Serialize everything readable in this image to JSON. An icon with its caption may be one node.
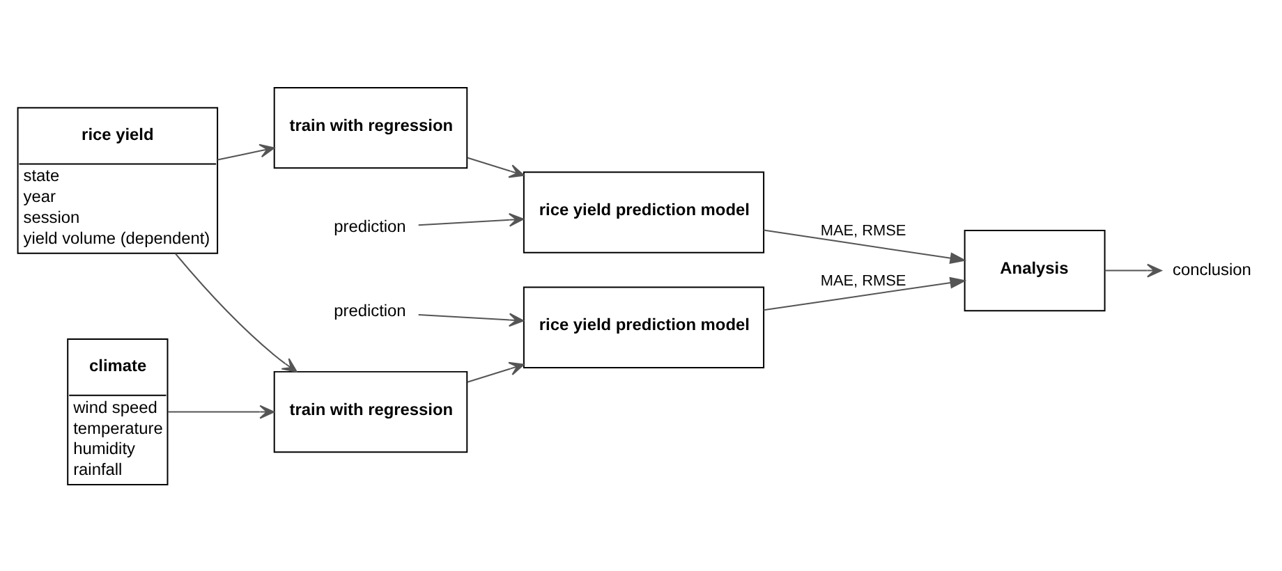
{
  "diagram": {
    "nodes": [
      {
        "text": [
          "rice yield",
          "state",
          "year",
          "session",
          "yield volume (dependent)"
        ]
      },
      {
        "text": [
          "climate",
          "wind speed",
          "temperature",
          "humidity",
          "rainfall"
        ]
      },
      {
        "text": [
          "train with regression"
        ]
      },
      {
        "text": [
          "train with regression"
        ]
      },
      {
        "text": [
          "prediction"
        ]
      },
      {
        "text": [
          "rice yield prediction model"
        ]
      },
      {
        "text": [
          "prediction"
        ]
      },
      {
        "text": [
          "rice yield prediction model"
        ]
      },
      {
        "text": [
          "Analysis"
        ]
      },
      {
        "text": [
          "conclusion"
        ]
      }
    ],
    "edges": [
      {
        "from": 0,
        "to": 2,
        "arrow": "to"
      },
      {
        "from": 0,
        "to": 3,
        "arrow": "to"
      },
      {
        "from": 1,
        "to": 3,
        "arrow": "to"
      },
      {
        "from": 4,
        "to": 5,
        "arrow": "to"
      },
      {
        "from": 2,
        "to": 5,
        "arrow": "to"
      },
      {
        "from": 6,
        "to": 7,
        "arrow": "to"
      },
      {
        "from": 3,
        "to": 7,
        "arrow": "to"
      },
      {
        "from": 5,
        "to": 8,
        "arrow": "to",
        "label": "MAE, RMSE"
      },
      {
        "from": 7,
        "to": 8,
        "arrow": "to",
        "label": "MAE, RMSE"
      },
      {
        "from": 8,
        "to": 9,
        "arrow": "to"
      }
    ]
  }
}
